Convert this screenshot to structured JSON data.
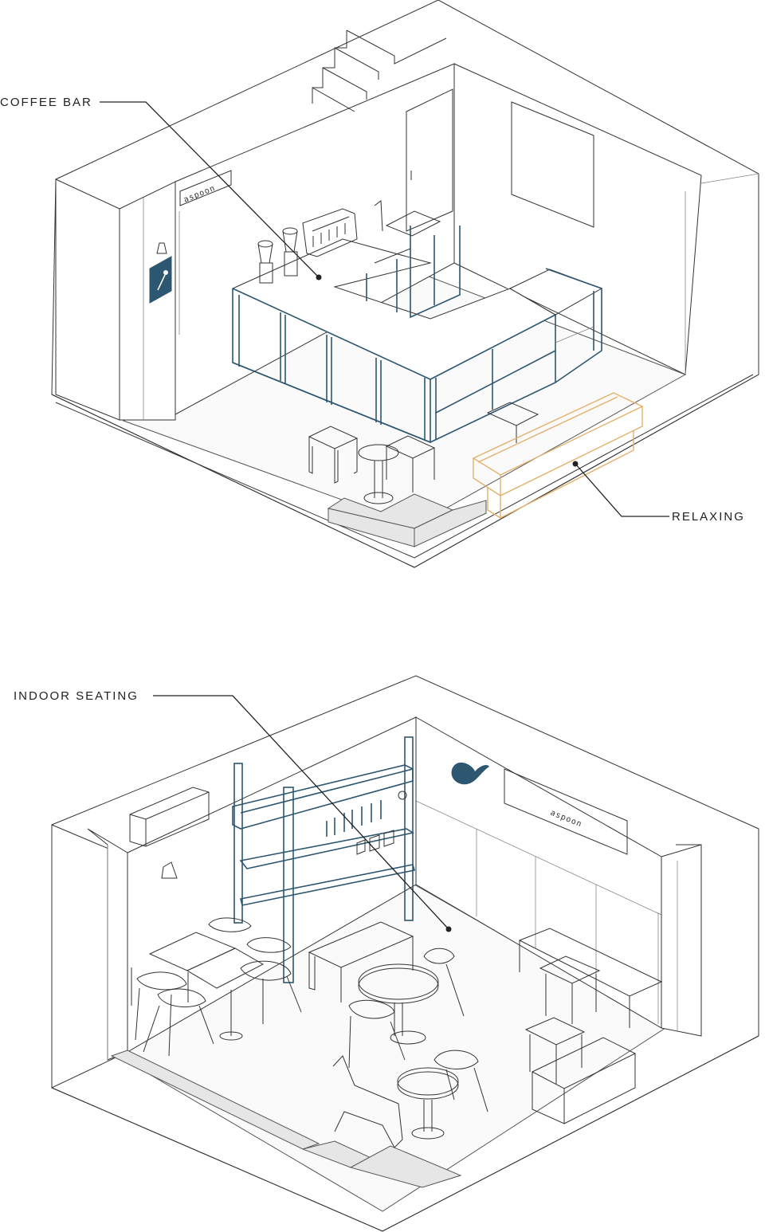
{
  "diagram": {
    "top_view": {
      "labels": {
        "coffee_bar": "COFFEE BAR",
        "relaxing": "RELAXING"
      },
      "signage_text": "aspoon"
    },
    "bottom_view": {
      "labels": {
        "indoor_seating": "INDOOR SEATING"
      },
      "signage_text": "aspoon"
    },
    "colors": {
      "accent_blue": "#2d5670",
      "accent_orange": "#e3b06a",
      "line": "#333333",
      "floor_grey": "#e6e6e6"
    }
  }
}
